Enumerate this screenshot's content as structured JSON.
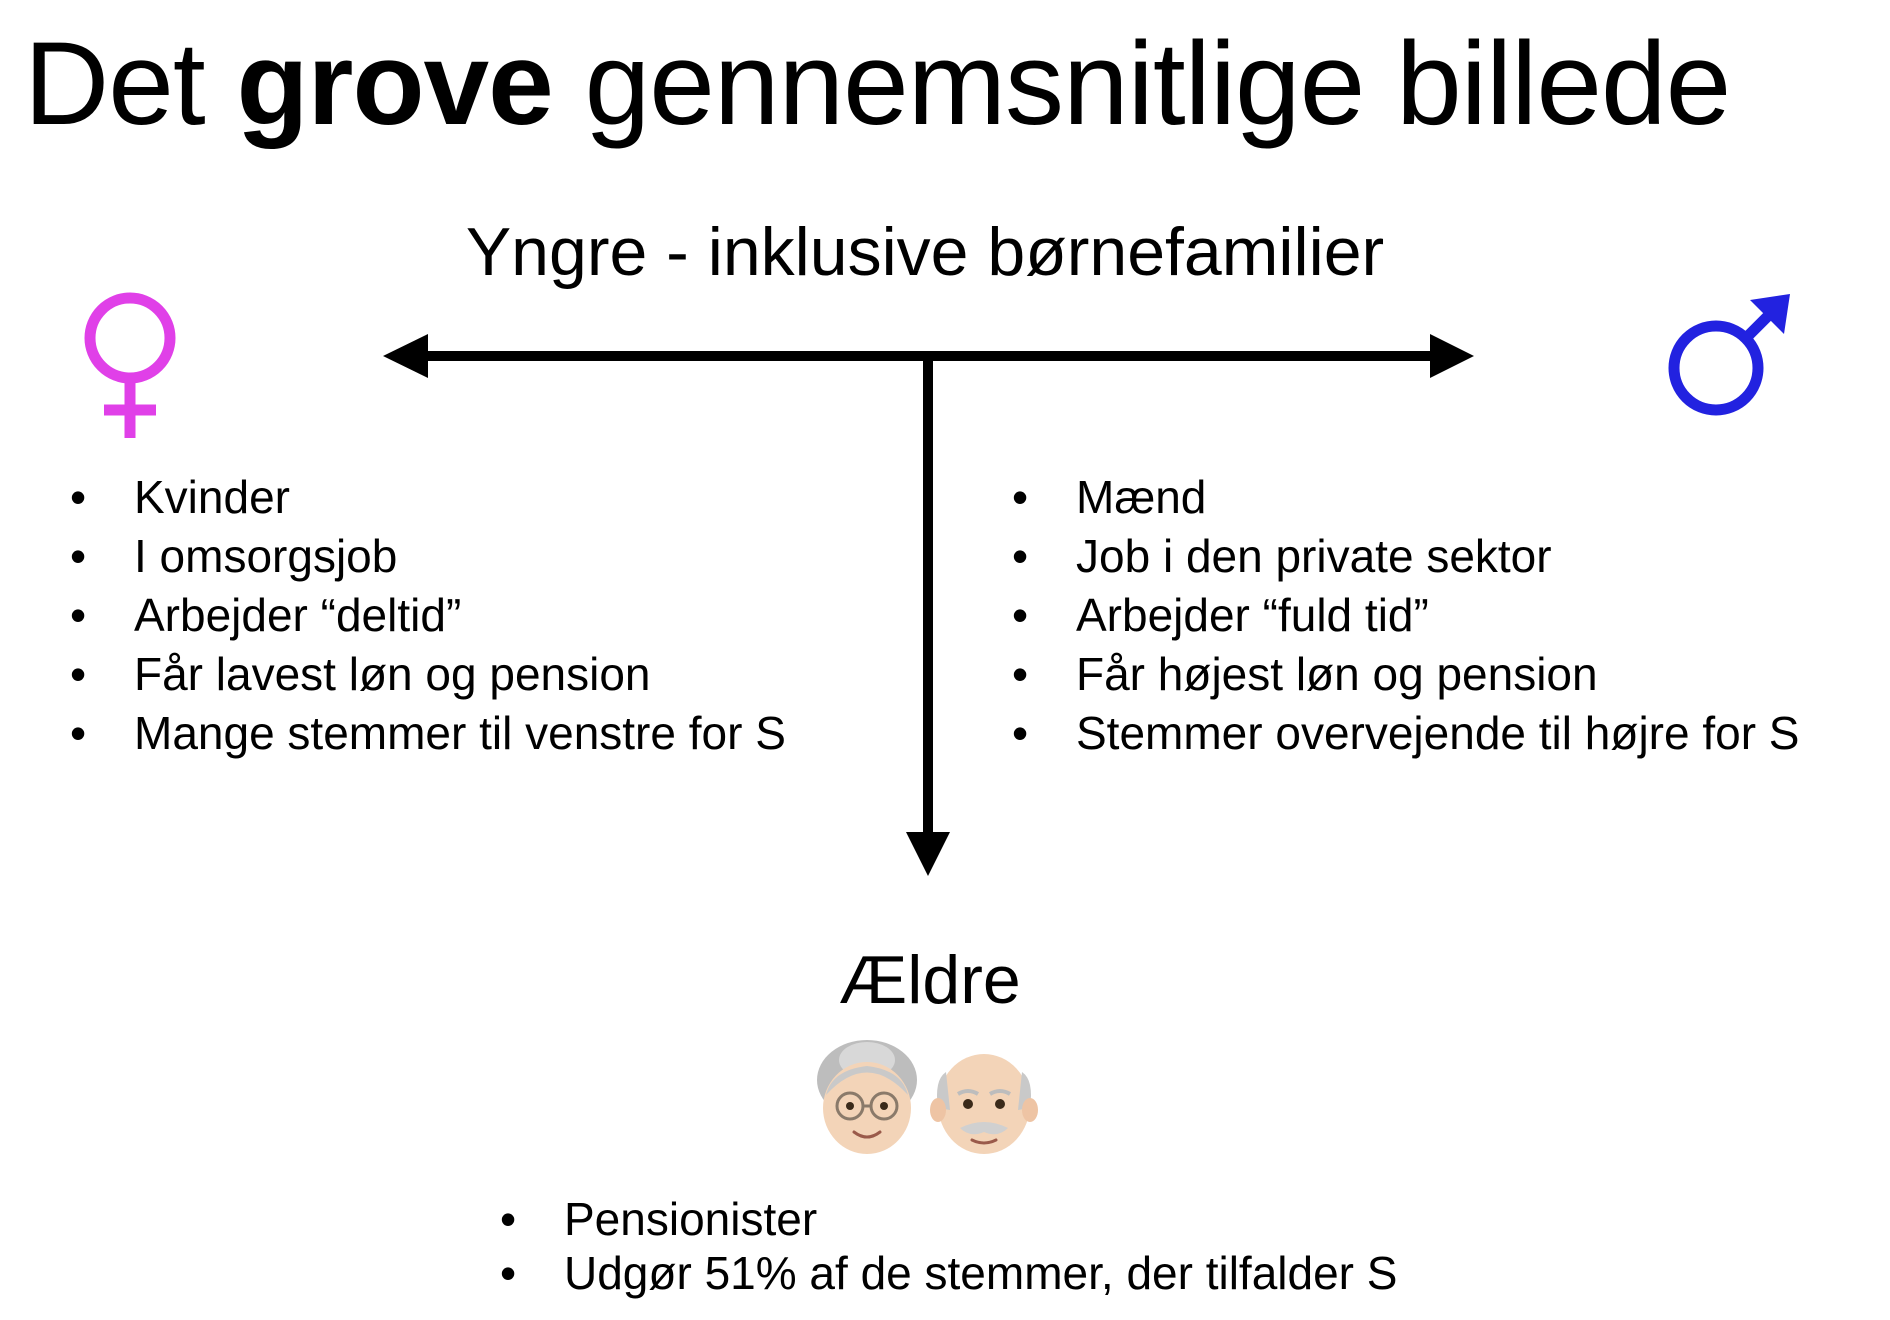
{
  "title": {
    "before": "Det",
    "bold": "grove",
    "after": "gennemsnitlige billede"
  },
  "axis": {
    "top_label": "Yngre - inklusive børnefamilier",
    "bottom_label": "Ældre"
  },
  "colors": {
    "female": "#e040e8",
    "male": "#2222e0",
    "arrow": "#000000"
  },
  "icons": {
    "left": "female-symbol-icon",
    "right": "male-symbol-icon",
    "bottom": [
      "old-woman-emoji-icon",
      "old-man-emoji-icon"
    ]
  },
  "left_list": [
    "Kvinder",
    "I omsorgsjob",
    "Arbejder “deltid”",
    "Får lavest løn og pension",
    "Mange stemmer til venstre for S"
  ],
  "right_list": [
    "Mænd",
    "Job i den private sektor",
    "Arbejder “fuld tid”",
    "Får højest løn og pension",
    "Stemmer overvejende til højre for S"
  ],
  "bottom_list": [
    "Pensionister",
    "Udgør 51% af de stemmer, der tilfalder S"
  ]
}
